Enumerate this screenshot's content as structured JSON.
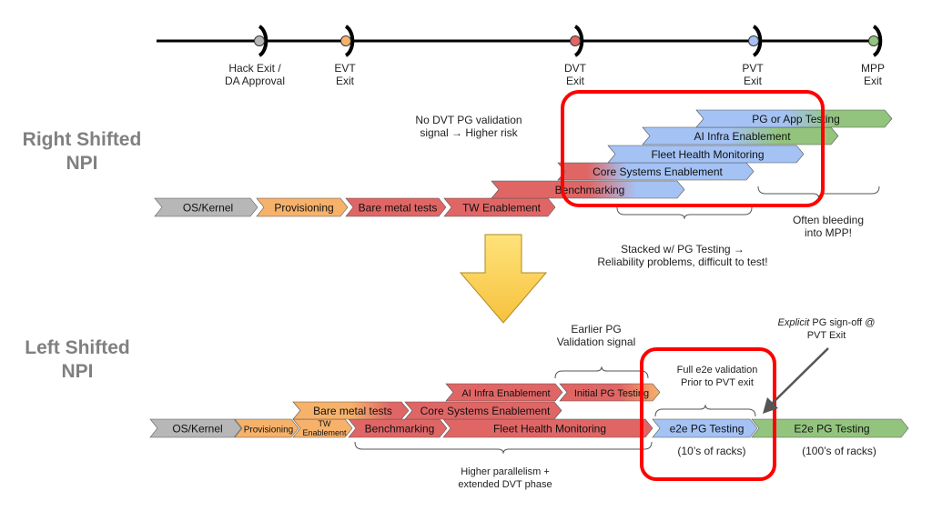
{
  "colors": {
    "gray": "#b7b7b7",
    "orange": "#f6b26b",
    "red": "#e06666",
    "blue": "#a4c2f4",
    "green": "#93c47d",
    "highlight": "#ff0000",
    "section": "#808080"
  },
  "milestones": [
    {
      "label": "Hack Exit /\nDA Approval",
      "color": "#b7b7b7"
    },
    {
      "label": "EVT\nExit",
      "color": "#f6b26b"
    },
    {
      "label": "DVT\nExit",
      "color": "#e06666"
    },
    {
      "label": "PVT\nExit",
      "color": "#a4c2f4"
    },
    {
      "label": "MPP\nExit",
      "color": "#93c47d"
    }
  ],
  "right_shifted": {
    "title": "Right Shifted",
    "subtitle": "NPI",
    "bars": [
      {
        "label": "OS/Kernel",
        "color": "gray"
      },
      {
        "label": "Provisioning",
        "color": "orange"
      },
      {
        "label": "Bare metal tests",
        "color": "red"
      },
      {
        "label": "TW Enablement",
        "color": "red"
      },
      {
        "label": "Benchmarking",
        "color": "red-blue"
      },
      {
        "label": "Core Systems Enablement",
        "color": "red-blue"
      },
      {
        "label": "Fleet Health Monitoring",
        "color": "blue"
      },
      {
        "label": "AI Infra Enablement",
        "color": "blue-green"
      },
      {
        "label": "PG or App Testing",
        "color": "blue-green"
      }
    ],
    "notes": {
      "no_dvt": "No DVT PG validation\nsignal → Higher risk",
      "stacked": "Stacked w/ PG Testing →\nReliability problems, difficult to test!",
      "bleeding": "Often bleeding\ninto MPP!"
    }
  },
  "left_shifted": {
    "title": "Left Shifted",
    "subtitle": "NPI",
    "bars": [
      {
        "label": "OS/Kernel",
        "color": "gray"
      },
      {
        "label": "Provisioning",
        "color": "orange"
      },
      {
        "label": "TW\nEnablement",
        "color": "orange"
      },
      {
        "label": "Benchmarking",
        "color": "red"
      },
      {
        "label": "Fleet Health Monitoring",
        "color": "red"
      },
      {
        "label": "e2e PG Testing",
        "color": "blue"
      },
      {
        "label": "E2e PG Testing",
        "color": "green"
      },
      {
        "label": "Bare metal tests",
        "color": "orange-red"
      },
      {
        "label": "Core Systems Enablement",
        "color": "red"
      },
      {
        "label": "AI Infra Enablement",
        "color": "red"
      },
      {
        "label": "Initial PG Testing",
        "color": "red-orange"
      }
    ],
    "notes": {
      "earlier": "Earlier PG\nValidation signal",
      "full": "Full e2e validation\nPrior to PVT exit",
      "explicit_em": "Explicit",
      "explicit_rest": " PG sign-off @\nPVT Exit",
      "tens": "(10’s of racks)",
      "hundreds": "(100’s of racks)",
      "parallel": "Higher parallelism +\nextended DVT phase"
    }
  }
}
